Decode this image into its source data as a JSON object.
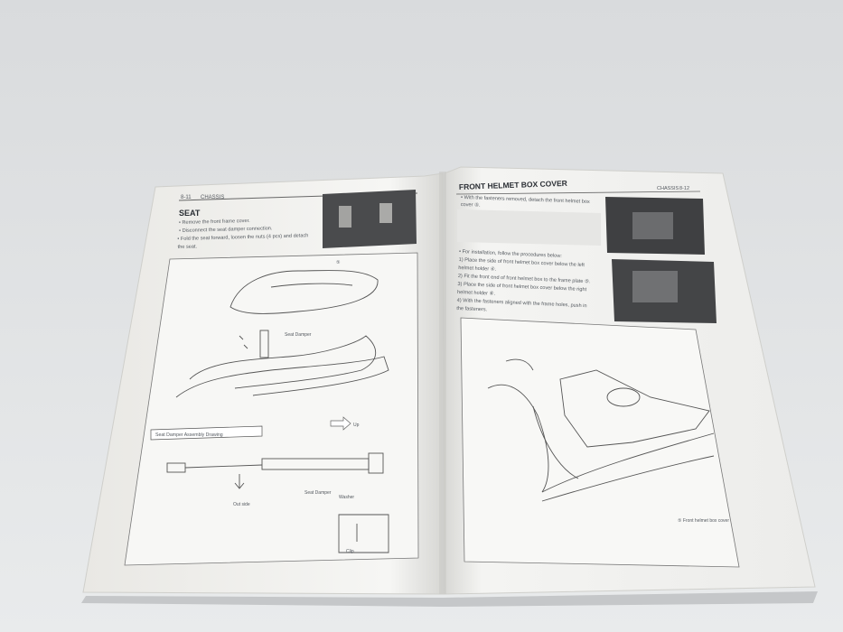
{
  "left_page": {
    "page_number": "8-11",
    "section": "CHASSIS",
    "title": "SEAT",
    "steps": [
      "• Remove the front frame cover.",
      "• Disconnect the seat damper connection.",
      "• Fold the seat forward, loosen the nuts (4 pcs) and detach",
      "  the seat."
    ],
    "callout_number": "⑤",
    "labels": {
      "seat_damper_top": "Seat Damper",
      "up": "Up",
      "drawing_title": "Seat Damper Assembly Drawing",
      "seat_damper": "Seat Damper",
      "out_side": "Out side",
      "washer": "Washer",
      "clip": "Clip"
    }
  },
  "right_page": {
    "page_number": "8-12",
    "section": "CHASSIS",
    "title": "FRONT HELMET BOX COVER",
    "intro": [
      "• With the fasteners removed, detach the front helmet box",
      "  cover ⑤."
    ],
    "steps": [
      "• For installation, follow the procedures below:",
      "1) Place the side of front helmet box cover below the left",
      "   helmet holder ④.",
      "2) Fit the front end of front helmet box to the frame plate ⑤.",
      "3) Place the side of front helmet box cover below the right",
      "   helmet holder ⑥.",
      "4) With the fasteners aligned with the frame holes, push in",
      "   the fasteners."
    ],
    "caption": "⑤ Front helmet box cover"
  }
}
